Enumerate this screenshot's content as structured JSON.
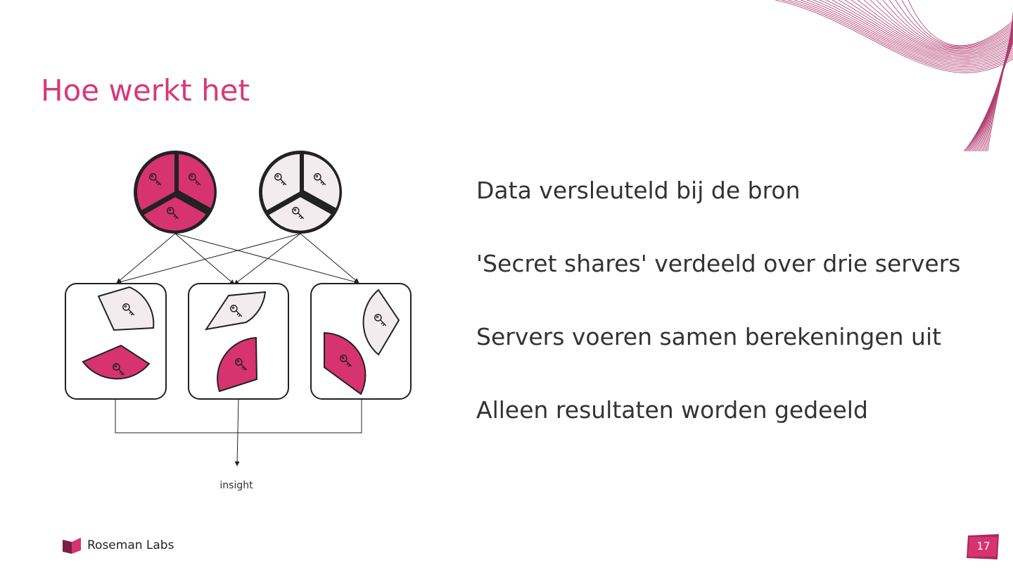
{
  "title": "Hoe werkt het",
  "bullets": [
    "Data versleuteld bij de bron",
    "'Secret shares' verdeeld over drie servers",
    "Servers voeren samen berekeningen uit",
    "Alleen resultaten worden gedeeld"
  ],
  "diagram": {
    "output_label": "insight",
    "sources": [
      {
        "name": "source-pink",
        "color": "#d6336f"
      },
      {
        "name": "source-light",
        "color": "#f2ecee"
      }
    ],
    "servers": 3
  },
  "footer": {
    "brand": "Roseman Labs",
    "page_number": "17"
  },
  "colors": {
    "accent": "#d63a78",
    "share_pink": "#d6336f",
    "share_light": "#f2ecee",
    "text": "#333333"
  },
  "icons": {
    "share": "key-icon",
    "logo": "roseman-labs-logo-icon"
  }
}
